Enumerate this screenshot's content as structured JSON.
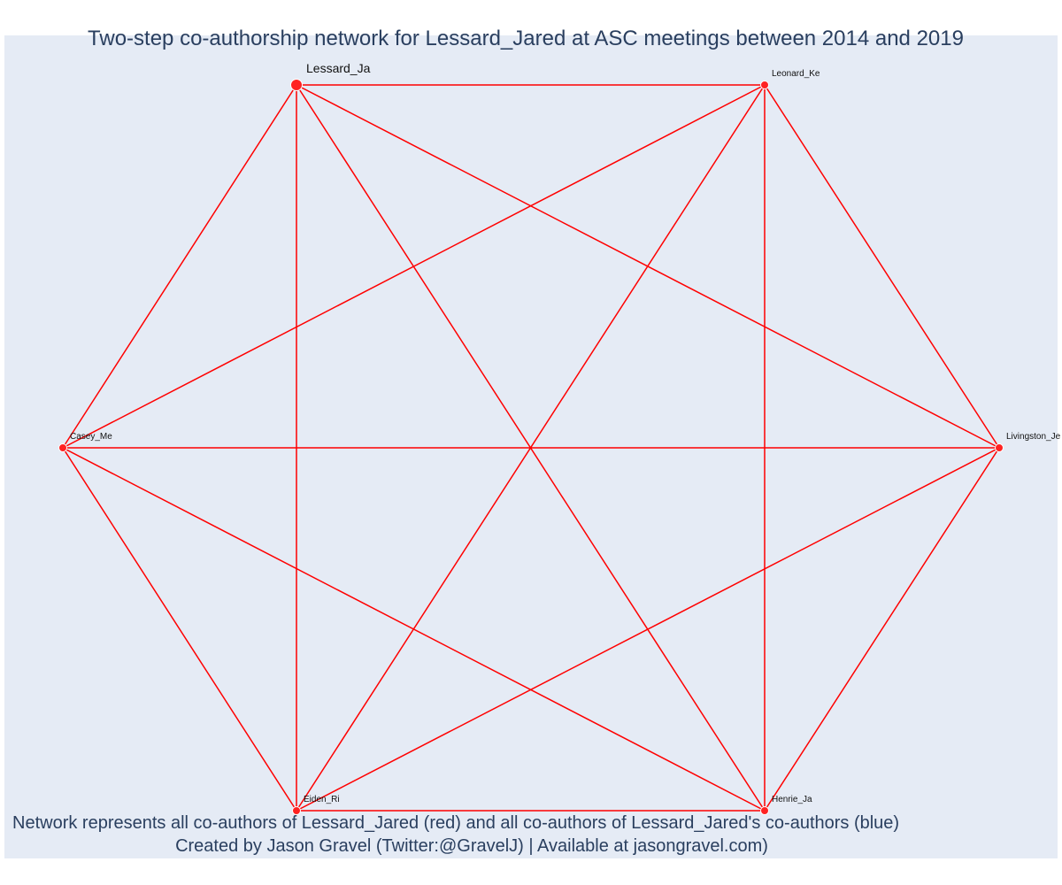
{
  "title": "Two-step co-authorship network for Lessard_Jared at ASC meetings between 2014 and 2019",
  "caption": {
    "line1": "Network represents all co-authors of Lessard_Jared (red) and all co-authors of Lessard_Jared's co-authors (blue)",
    "line2": "Created by Jason Gravel (Twitter:@GravelJ) | Available at jasongravel.com)"
  },
  "colors": {
    "edge": "#ff0000",
    "node": "#ff2222",
    "background": "#e5ebf5",
    "text": "#2a3f5f"
  },
  "chart_data": {
    "type": "network",
    "nodes": [
      {
        "id": "Lessard_Ja",
        "label": "Lessard_Ja",
        "focal": true
      },
      {
        "id": "Leonard_Ke",
        "label": "Leonard_Ke",
        "focal": false
      },
      {
        "id": "Livingston_Je",
        "label": "Livingston_Je",
        "focal": false
      },
      {
        "id": "Henrie_Ja",
        "label": "Henrie_Ja",
        "focal": false
      },
      {
        "id": "Eiden_Ri",
        "label": "Eiden_Ri",
        "focal": false
      },
      {
        "id": "Casey_Me",
        "label": "Casey_Me",
        "focal": false
      }
    ],
    "edges": [
      [
        "Lessard_Ja",
        "Leonard_Ke"
      ],
      [
        "Lessard_Ja",
        "Livingston_Je"
      ],
      [
        "Lessard_Ja",
        "Henrie_Ja"
      ],
      [
        "Lessard_Ja",
        "Eiden_Ri"
      ],
      [
        "Lessard_Ja",
        "Casey_Me"
      ],
      [
        "Leonard_Ke",
        "Livingston_Je"
      ],
      [
        "Leonard_Ke",
        "Henrie_Ja"
      ],
      [
        "Leonard_Ke",
        "Eiden_Ri"
      ],
      [
        "Leonard_Ke",
        "Casey_Me"
      ],
      [
        "Livingston_Je",
        "Henrie_Ja"
      ],
      [
        "Livingston_Je",
        "Eiden_Ri"
      ],
      [
        "Livingston_Je",
        "Casey_Me"
      ],
      [
        "Henrie_Ja",
        "Eiden_Ri"
      ],
      [
        "Henrie_Ja",
        "Casey_Me"
      ],
      [
        "Eiden_Ri",
        "Casey_Me"
      ]
    ]
  }
}
